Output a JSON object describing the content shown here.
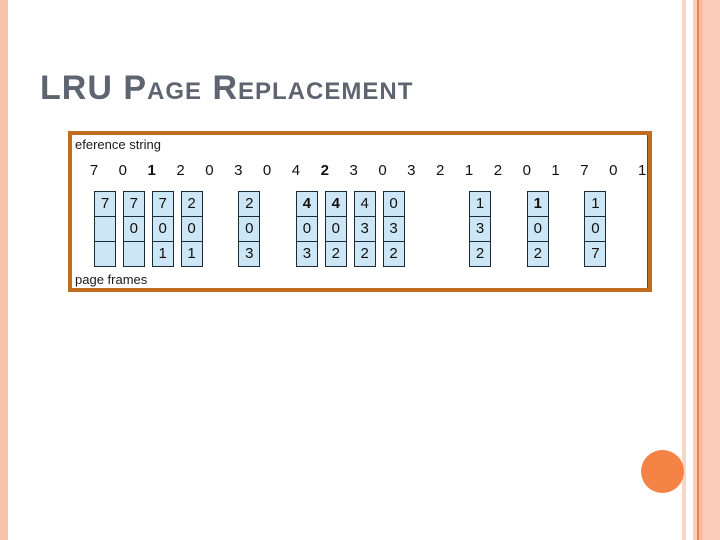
{
  "slide": {
    "title": "LRU Page Replacement"
  },
  "diagram": {
    "reference_string_label": "eference string",
    "page_frames_label": "page frames",
    "reference_string": [
      {
        "v": "7",
        "b": false
      },
      {
        "v": "0",
        "b": false
      },
      {
        "v": "1",
        "b": true
      },
      {
        "v": "2",
        "b": false
      },
      {
        "v": "0",
        "b": false
      },
      {
        "v": "3",
        "b": false
      },
      {
        "v": "0",
        "b": false
      },
      {
        "v": "4",
        "b": false
      },
      {
        "v": "2",
        "b": true
      },
      {
        "v": "3",
        "b": false
      },
      {
        "v": "0",
        "b": false
      },
      {
        "v": "3",
        "b": false
      },
      {
        "v": "2",
        "b": false
      },
      {
        "v": "1",
        "b": false
      },
      {
        "v": "2",
        "b": false
      },
      {
        "v": "0",
        "b": false
      },
      {
        "v": "1",
        "b": false
      },
      {
        "v": "7",
        "b": false
      },
      {
        "v": "0",
        "b": false
      },
      {
        "v": "1",
        "b": false
      }
    ],
    "columns": [
      {
        "slot": 0,
        "cells": [
          "7",
          "",
          ""
        ],
        "bold_row": -1
      },
      {
        "slot": 1,
        "cells": [
          "7",
          "0",
          ""
        ],
        "bold_row": -1
      },
      {
        "slot": 2,
        "cells": [
          "7",
          "0",
          "1"
        ],
        "bold_row": -1
      },
      {
        "slot": 3,
        "cells": [
          "2",
          "0",
          "1"
        ],
        "bold_row": -1
      },
      {
        "slot": 5,
        "cells": [
          "2",
          "0",
          "3"
        ],
        "bold_row": -1
      },
      {
        "slot": 7,
        "cells": [
          "4",
          "0",
          "3"
        ],
        "bold_row": 0
      },
      {
        "slot": 8,
        "cells": [
          "4",
          "0",
          "2"
        ],
        "bold_row": 0
      },
      {
        "slot": 9,
        "cells": [
          "4",
          "3",
          "2"
        ],
        "bold_row": -1
      },
      {
        "slot": 10,
        "cells": [
          "0",
          "3",
          "2"
        ],
        "bold_row": -1
      },
      {
        "slot": 13,
        "cells": [
          "1",
          "3",
          "2"
        ],
        "bold_row": -1
      },
      {
        "slot": 15,
        "cells": [
          "1",
          "0",
          "2"
        ],
        "bold_row": 0
      },
      {
        "slot": 17,
        "cells": [
          "1",
          "0",
          "7"
        ],
        "bold_row": -1
      }
    ]
  },
  "colors": {
    "accent-border": "#BF6C1E",
    "accent-circle": "#F58345",
    "title-color": "#5E6470",
    "cell-fill": "#CDE6F5",
    "cell-border": "#1B2B38",
    "stripe-left": "#F6C3AB",
    "stripe-a": "#F9D6C6",
    "stripe-b": "#F9CDBA",
    "stripe-line": "#DE8A58",
    "stripe-c": "#F6BBA0",
    "stripe-band": "#FACDBB"
  }
}
